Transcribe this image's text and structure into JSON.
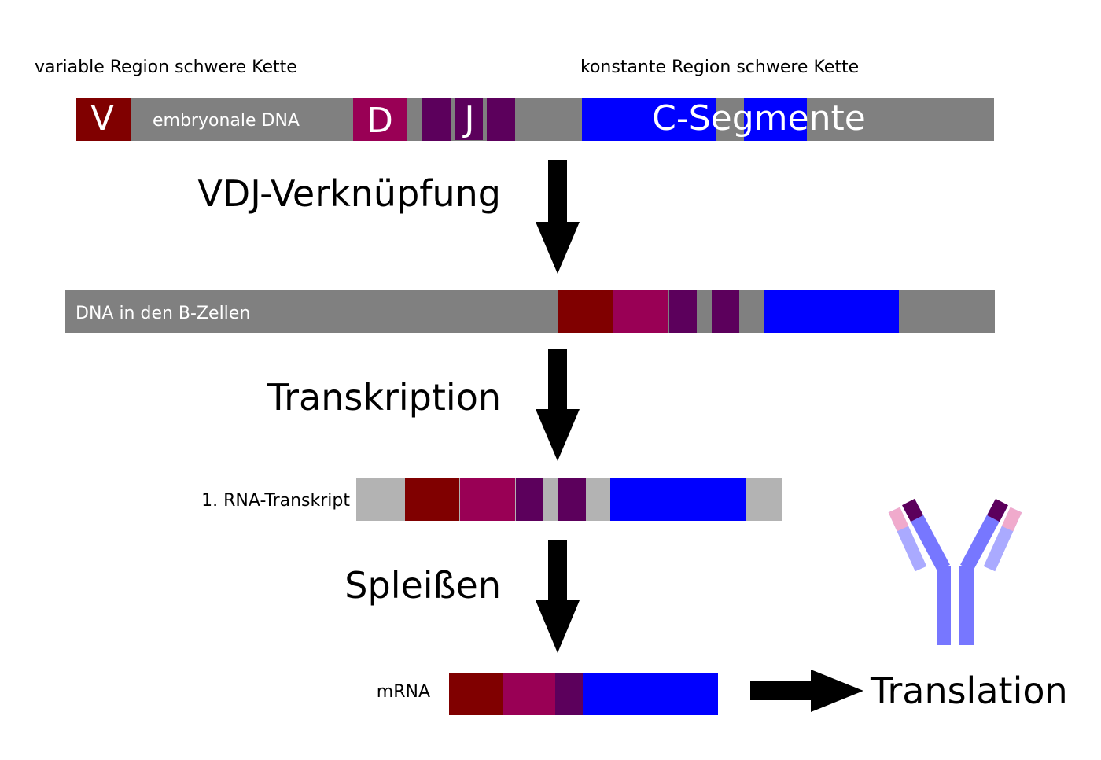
{
  "labels": {
    "variable_region": "variable Region schwere Kette",
    "constant_region": "konstante Region schwere Kette",
    "embryonic_dna": "embryonale DNA",
    "seg_v": "V",
    "seg_d": "D",
    "seg_j": "J",
    "seg_c": "C-Segmente",
    "b_cell_dna": "DNA in den B-Zellen",
    "rna_transcript": "1. RNA-Transkript",
    "mrna": "mRNA"
  },
  "steps": {
    "vdj": "VDJ-Verknüpfung",
    "transcription": "Transkription",
    "splicing": "Spleißen",
    "translation": "Translation"
  },
  "colors": {
    "dna_gray": "#808080",
    "rna_gray": "#b3b3b3",
    "v_segment": "#800000",
    "d_segment": "#990055",
    "j_segment": "#5c005c",
    "c_segment": "#0000ff",
    "antibody_blue": "#7777ff",
    "antibody_light": "#aaaaff",
    "antibody_pink": "#f0aacc",
    "arrow": "#000000"
  }
}
